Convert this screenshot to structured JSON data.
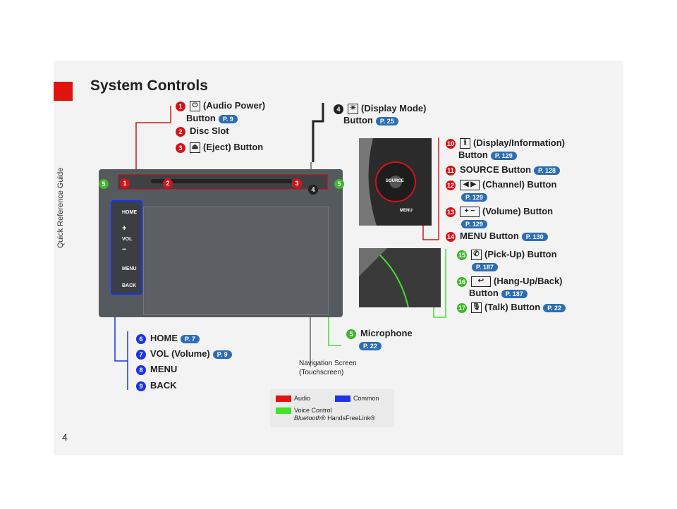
{
  "page": {
    "number": "4",
    "side_label": "Quick Reference Guide",
    "title": "System Controls"
  },
  "items": [
    {
      "n": "1",
      "glyph": "⏻",
      "label": "(Audio Power)",
      "label2": "Button",
      "ref": "P. 9"
    },
    {
      "n": "2",
      "label": "Disc Slot"
    },
    {
      "n": "3",
      "glyph": "⏏",
      "label": "(Eject) Button"
    },
    {
      "n": "4",
      "glyph": "☀",
      "label": "(Display Mode)",
      "label2": "Button",
      "ref": "P. 25"
    },
    {
      "n": "5",
      "label": "Microphone",
      "ref": "P. 22"
    },
    {
      "n": "6",
      "label": "HOME",
      "ref": "P. 7"
    },
    {
      "n": "7",
      "label": "VOL (Volume)",
      "ref": "P. 9"
    },
    {
      "n": "8",
      "label": "MENU"
    },
    {
      "n": "9",
      "label": "BACK"
    },
    {
      "n": "10",
      "glyph": "ℹ",
      "label": "(Display/Information)",
      "label2": "Button",
      "ref": "P. 129"
    },
    {
      "n": "11",
      "label": "SOURCE Button",
      "ref": "P. 128"
    },
    {
      "n": "12",
      "glyph": "◀ ▶",
      "label": "(Channel) Button",
      "ref": "P. 129"
    },
    {
      "n": "13",
      "glyph": "+ −",
      "label": "(Volume) Button",
      "ref": "P. 129"
    },
    {
      "n": "14",
      "label": "MENU Button",
      "ref": "P. 130"
    },
    {
      "n": "15",
      "glyph": "✆",
      "label": "(Pick-Up) Button",
      "ref": "P. 187"
    },
    {
      "n": "16",
      "glyph": "↩",
      "label": "(Hang-Up/Back)",
      "label2": "Button",
      "ref": "P. 187"
    },
    {
      "n": "17",
      "glyph": "🎙",
      "label": "(Talk) Button",
      "ref": "P. 22"
    }
  ],
  "nav_note": {
    "line1": "Navigation Screen",
    "line2": "(Touchscreen)"
  },
  "unit_labels": {
    "home": "HOME",
    "vol": "VOL",
    "menu": "MENU",
    "back": "BACK",
    "source": "SOURCE",
    "menu_wheel": "MENU"
  },
  "legend": {
    "audio": "Audio",
    "common": "Common",
    "voice": "Voice Control",
    "bt": "Bluetooth",
    "bt_rest": "® HandsFreeLink®",
    "colors": {
      "audio": "#e0130f",
      "common": "#1a34e6",
      "voice": "#43e02e"
    }
  }
}
